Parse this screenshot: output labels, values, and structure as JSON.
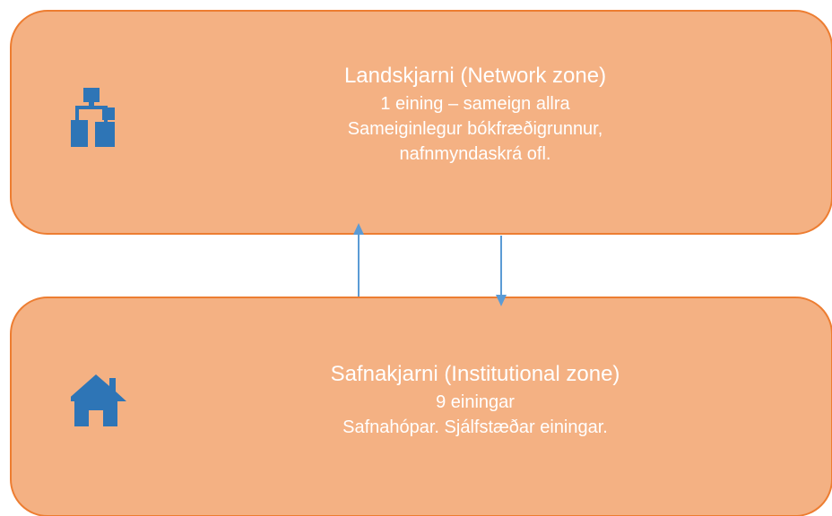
{
  "network_zone": {
    "title": "Landskjarni (Network zone)",
    "line1": "1 eining – sameign allra",
    "line2": "Sameiginlegur bókfræðigrunnur,",
    "line3": "nafnmyndaskrá ofl.",
    "icon": "network-icon"
  },
  "institutional_zone": {
    "title": "Safnakjarni (Institutional zone)",
    "line1": "9 einingar",
    "line2": "Safnahópar. Sjálfstæðar einingar.",
    "icon": "house-icon"
  },
  "colors": {
    "box_fill": "#f4b183",
    "box_border": "#ed7d31",
    "icon_blue": "#2e75b6",
    "arrow_blue": "#5b9bd5",
    "text": "#ffffff"
  }
}
